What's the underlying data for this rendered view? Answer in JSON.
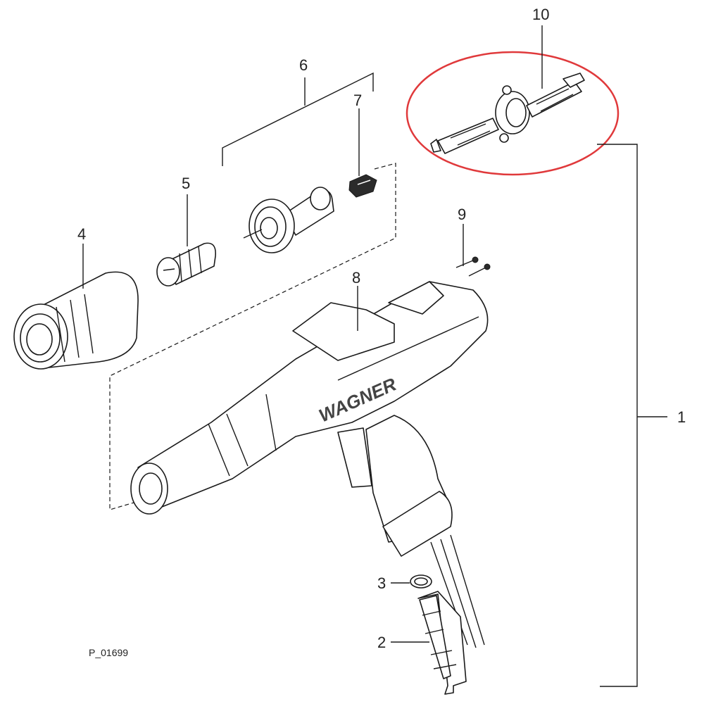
{
  "drawing": {
    "drawing_number": "P_01699",
    "brand_text": "WAGNER",
    "highlight_color": "#e0393b"
  },
  "callouts": {
    "c1": "1",
    "c2": "2",
    "c3": "3",
    "c4": "4",
    "c5": "5",
    "c6": "6",
    "c7": "7",
    "c8": "8",
    "c9": "9",
    "c10": "10"
  }
}
